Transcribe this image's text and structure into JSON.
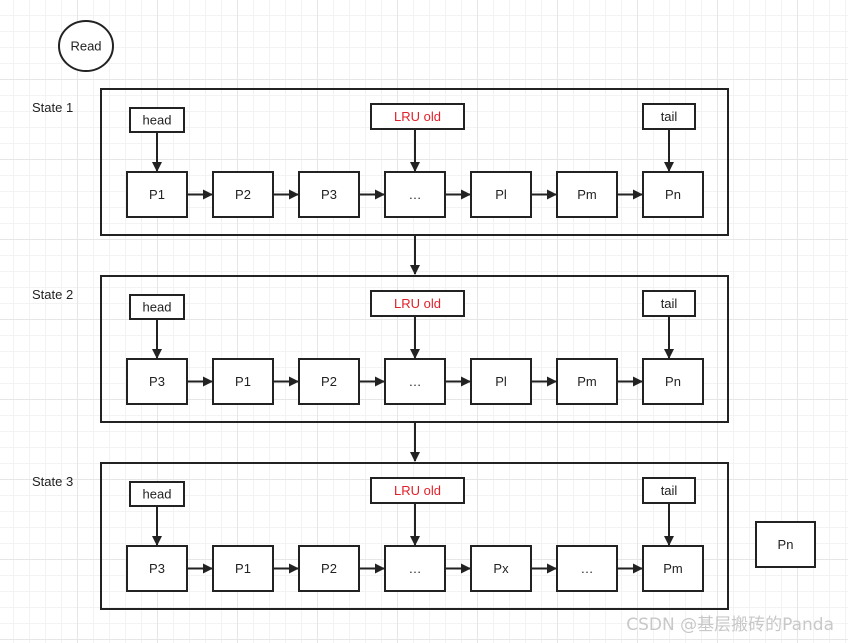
{
  "read_label": "Read",
  "lru_color": "#e0202a",
  "states": [
    {
      "label": "State 1",
      "head": "head",
      "lru_old": "LRU old",
      "tail": "tail",
      "nodes": [
        "P1",
        "P2",
        "P3",
        "...",
        "Pl",
        "Pm",
        "Pn"
      ]
    },
    {
      "label": "State 2",
      "head": "head",
      "lru_old": "LRU old",
      "tail": "tail",
      "nodes": [
        "P3",
        "P1",
        "P2",
        "...",
        "Pl",
        "Pm",
        "Pn"
      ]
    },
    {
      "label": "State 3",
      "head": "head",
      "lru_old": "LRU old",
      "tail": "tail",
      "nodes": [
        "P3",
        "P1",
        "P2",
        "...",
        "Px",
        "...",
        "Pm"
      ]
    }
  ],
  "evicted_node": "Pn",
  "watermark": "CSDN @基层搬砖的Panda"
}
